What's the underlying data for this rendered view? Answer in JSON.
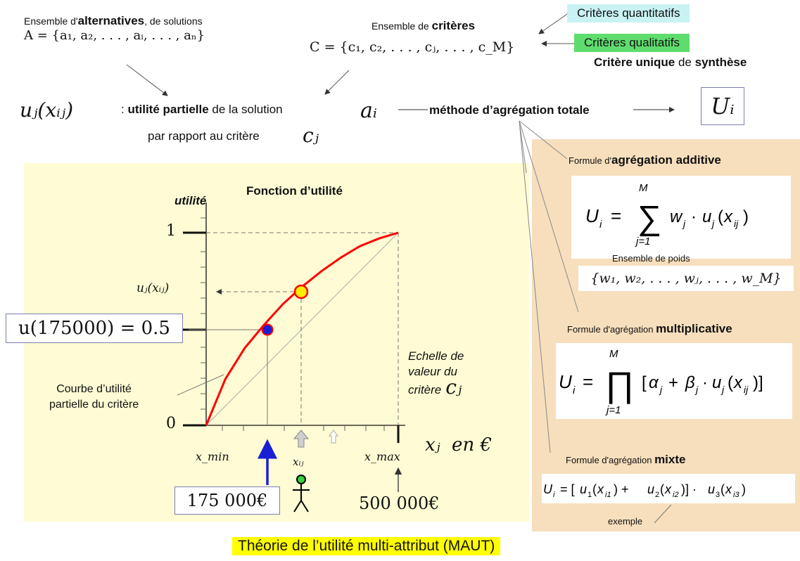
{
  "colors": {
    "chart_bg": "#fffbd4",
    "formula_panel": "#f7dfbd",
    "quantitative": "#c9f2f5",
    "qualitative": "#5fdc6e",
    "title_bg": "#ffff00",
    "curve": "#ff0000",
    "marker_blue": "#1a1fd6",
    "marker_yellow": "#ffee00"
  },
  "header": {
    "alternatives_prefix": "Ensemble d'",
    "alternatives_bold": "alternatives",
    "alternatives_suffix": ", de solutions",
    "alternatives_formula": "A = {a₁, a₂, . . . , aᵢ, . . . , aₙ}",
    "criteria_prefix": "Ensemble de ",
    "criteria_bold": "critères",
    "criteria_formula": "C = {c₁, c₂, . . . , cⱼ, . . . , c_M}",
    "quantitative": "Critères quantitatifs",
    "qualitative": "Critères qualitatifs",
    "unique_bold1": "Critère unique",
    "unique_mid": " de ",
    "unique_bold2": "synthèse"
  },
  "partial": {
    "symbol": "uⱼ(xᵢⱼ)",
    "text_prefix": ": ",
    "text_bold": "utilité partielle",
    "text_suffix": " de la solution",
    "line2": "par rapport au critère",
    "cj": "cⱼ",
    "ai": "aᵢ",
    "method": "méthode d’agrégation totale",
    "Ui": "Uᵢ"
  },
  "chart": {
    "title": "Fonction d’utilité",
    "ylabel": "utilité",
    "y_one": "1",
    "y_zero": "0",
    "uj_label": "uⱼ(xᵢⱼ)",
    "u175": "u(175000) = 0.5",
    "scale_label": [
      "Echelle de",
      "valeur du",
      "critère"
    ],
    "scale_cj": "cⱼ",
    "curve_label": [
      "Courbe d’utilité",
      "partielle du critère"
    ],
    "x_min": "x_min",
    "x_ij": "xᵢⱼ",
    "x_max": "x_max",
    "x_unit": "xⱼ  en €",
    "val_175": "175 000€",
    "val_500": "500 000€"
  },
  "chart_data": {
    "type": "line",
    "title": "Fonction d’utilité",
    "ylabel": "utilité",
    "xlabel": "xⱼ en €",
    "ylim": [
      0,
      1
    ],
    "series": [
      {
        "x": [
          0.0,
          0.1,
          0.2,
          0.3,
          0.4,
          0.5,
          0.6,
          0.7,
          0.8,
          0.9,
          1.0
        ],
        "values": [
          0.0,
          0.24,
          0.4,
          0.52,
          0.63,
          0.72,
          0.8,
          0.87,
          0.93,
          0.97,
          1.0
        ]
      },
      {
        "x": [
          0.0,
          1.0
        ],
        "values": [
          0.0,
          1.0
        ]
      }
    ],
    "points": [
      {
        "x": 175000,
        "y": 0.5,
        "label": "u(175000) = 0.5"
      }
    ]
  },
  "formulas": {
    "additive_prefix": "Formule d'",
    "additive_bold": "agrégation additive",
    "weights_label": "Ensemble de poids",
    "weights": "{w₁, w₂, . . . , wⱼ, . . . , w_M}",
    "mult_prefix": "Formule d'agrégation ",
    "mult_bold": "multiplicative",
    "mixed_prefix": "Formule d'agrégation ",
    "mixed_bold": "mixte",
    "example": "exemple"
  },
  "footer": "Théorie de l’utilité multi-attribut (MAUT)"
}
